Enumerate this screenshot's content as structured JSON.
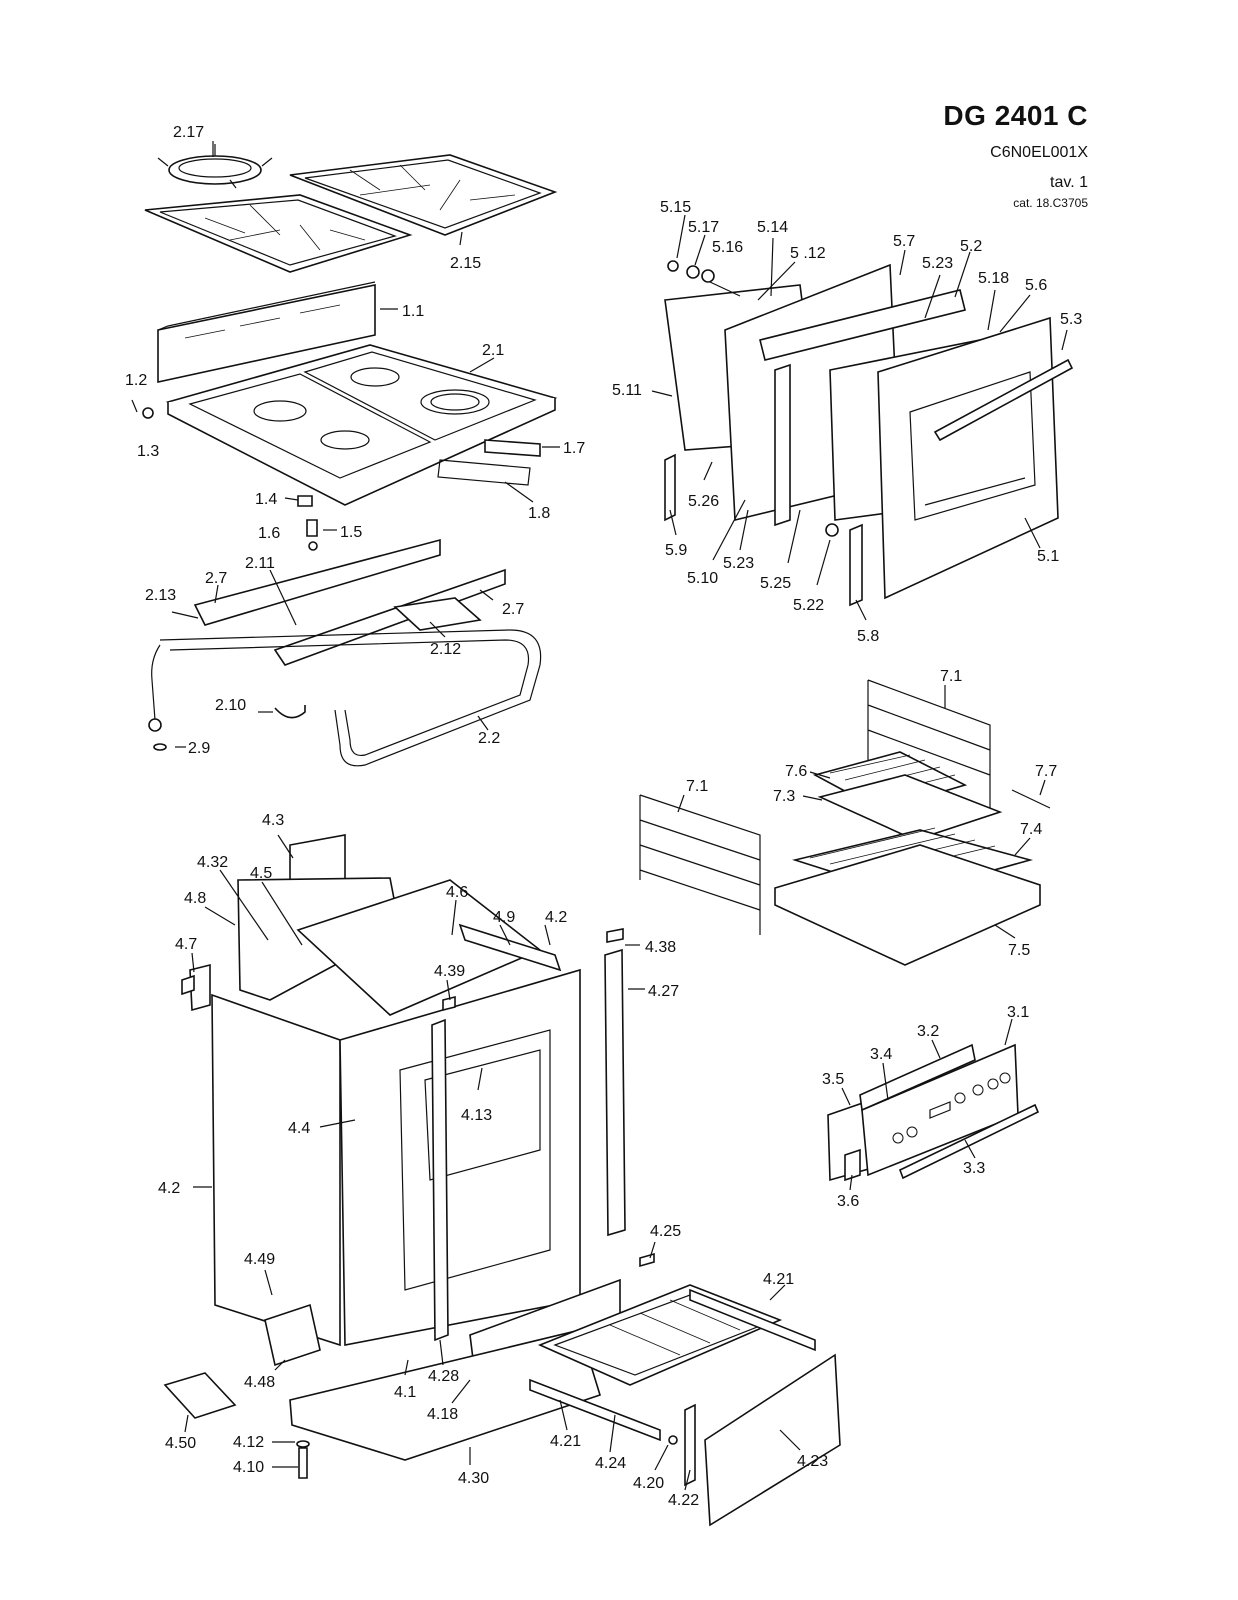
{
  "header": {
    "model": "DG 2401 C",
    "code": "C6N0EL001X",
    "table": "tav. 1",
    "catalog": "cat. 18.C3705"
  },
  "callouts": {
    "c2_17": "2.17",
    "c2_15": "2.15",
    "c1_1": "1.1",
    "c2_1": "2.1",
    "c1_2": "1.2",
    "c1_3": "1.3",
    "c1_7": "1.7",
    "c1_8": "1.8",
    "c1_4": "1.4",
    "c1_6": "1.6",
    "c1_5": "1.5",
    "c2_11": "2.11",
    "c2_7a": "2.7",
    "c2_7b": "2.7",
    "c2_13": "2.13",
    "c2_12": "2.12",
    "c2_10": "2.10",
    "c2_9": "2.9",
    "c2_2": "2.2",
    "c5_15": "5.15",
    "c5_17": "5.17",
    "c5_16": "5.16",
    "c5_14": "5.14",
    "c5_12": "5 .12",
    "c5_7": "5.7",
    "c5_2": "5.2",
    "c5_23a": "5.23",
    "c5_18": "5.18",
    "c5_6": "5.6",
    "c5_3": "5.3",
    "c5_11": "5.11",
    "c5_26": "5.26",
    "c5_9": "5.9",
    "c5_10": "5.10",
    "c5_23b": "5.23",
    "c5_25": "5.25",
    "c5_22": "5.22",
    "c5_8": "5.8",
    "c5_1": "5.1",
    "c7_1a": "7.1",
    "c7_1b": "7.1",
    "c7_6": "7.6",
    "c7_3": "7.3",
    "c7_7": "7.7",
    "c7_4": "7.4",
    "c7_5": "7.5",
    "c3_1": "3.1",
    "c3_2": "3.2",
    "c3_4": "3.4",
    "c3_5": "3.5",
    "c3_6": "3.6",
    "c3_3": "3.3",
    "c4_3": "4.3",
    "c4_32": "4.32",
    "c4_5": "4.5",
    "c4_8": "4.8",
    "c4_7": "4.7",
    "c4_6": "4.6",
    "c4_9": "4.9",
    "c4_2a": "4.2",
    "c4_38": "4.38",
    "c4_39": "4.39",
    "c4_27": "4.27",
    "c4_13": "4.13",
    "c4_4": "4.4",
    "c4_2b": "4.2",
    "c4_25": "4.25",
    "c4_21a": "4.21",
    "c4_49": "4.49",
    "c4_48": "4.48",
    "c4_28": "4.28",
    "c4_1": "4.1",
    "c4_18": "4.18",
    "c4_21b": "4.21",
    "c4_24": "4.24",
    "c4_20": "4.20",
    "c4_22": "4.22",
    "c4_23": "4.23",
    "c4_50": "4.50",
    "c4_12": "4.12",
    "c4_10": "4.10",
    "c4_30": "4.30"
  }
}
